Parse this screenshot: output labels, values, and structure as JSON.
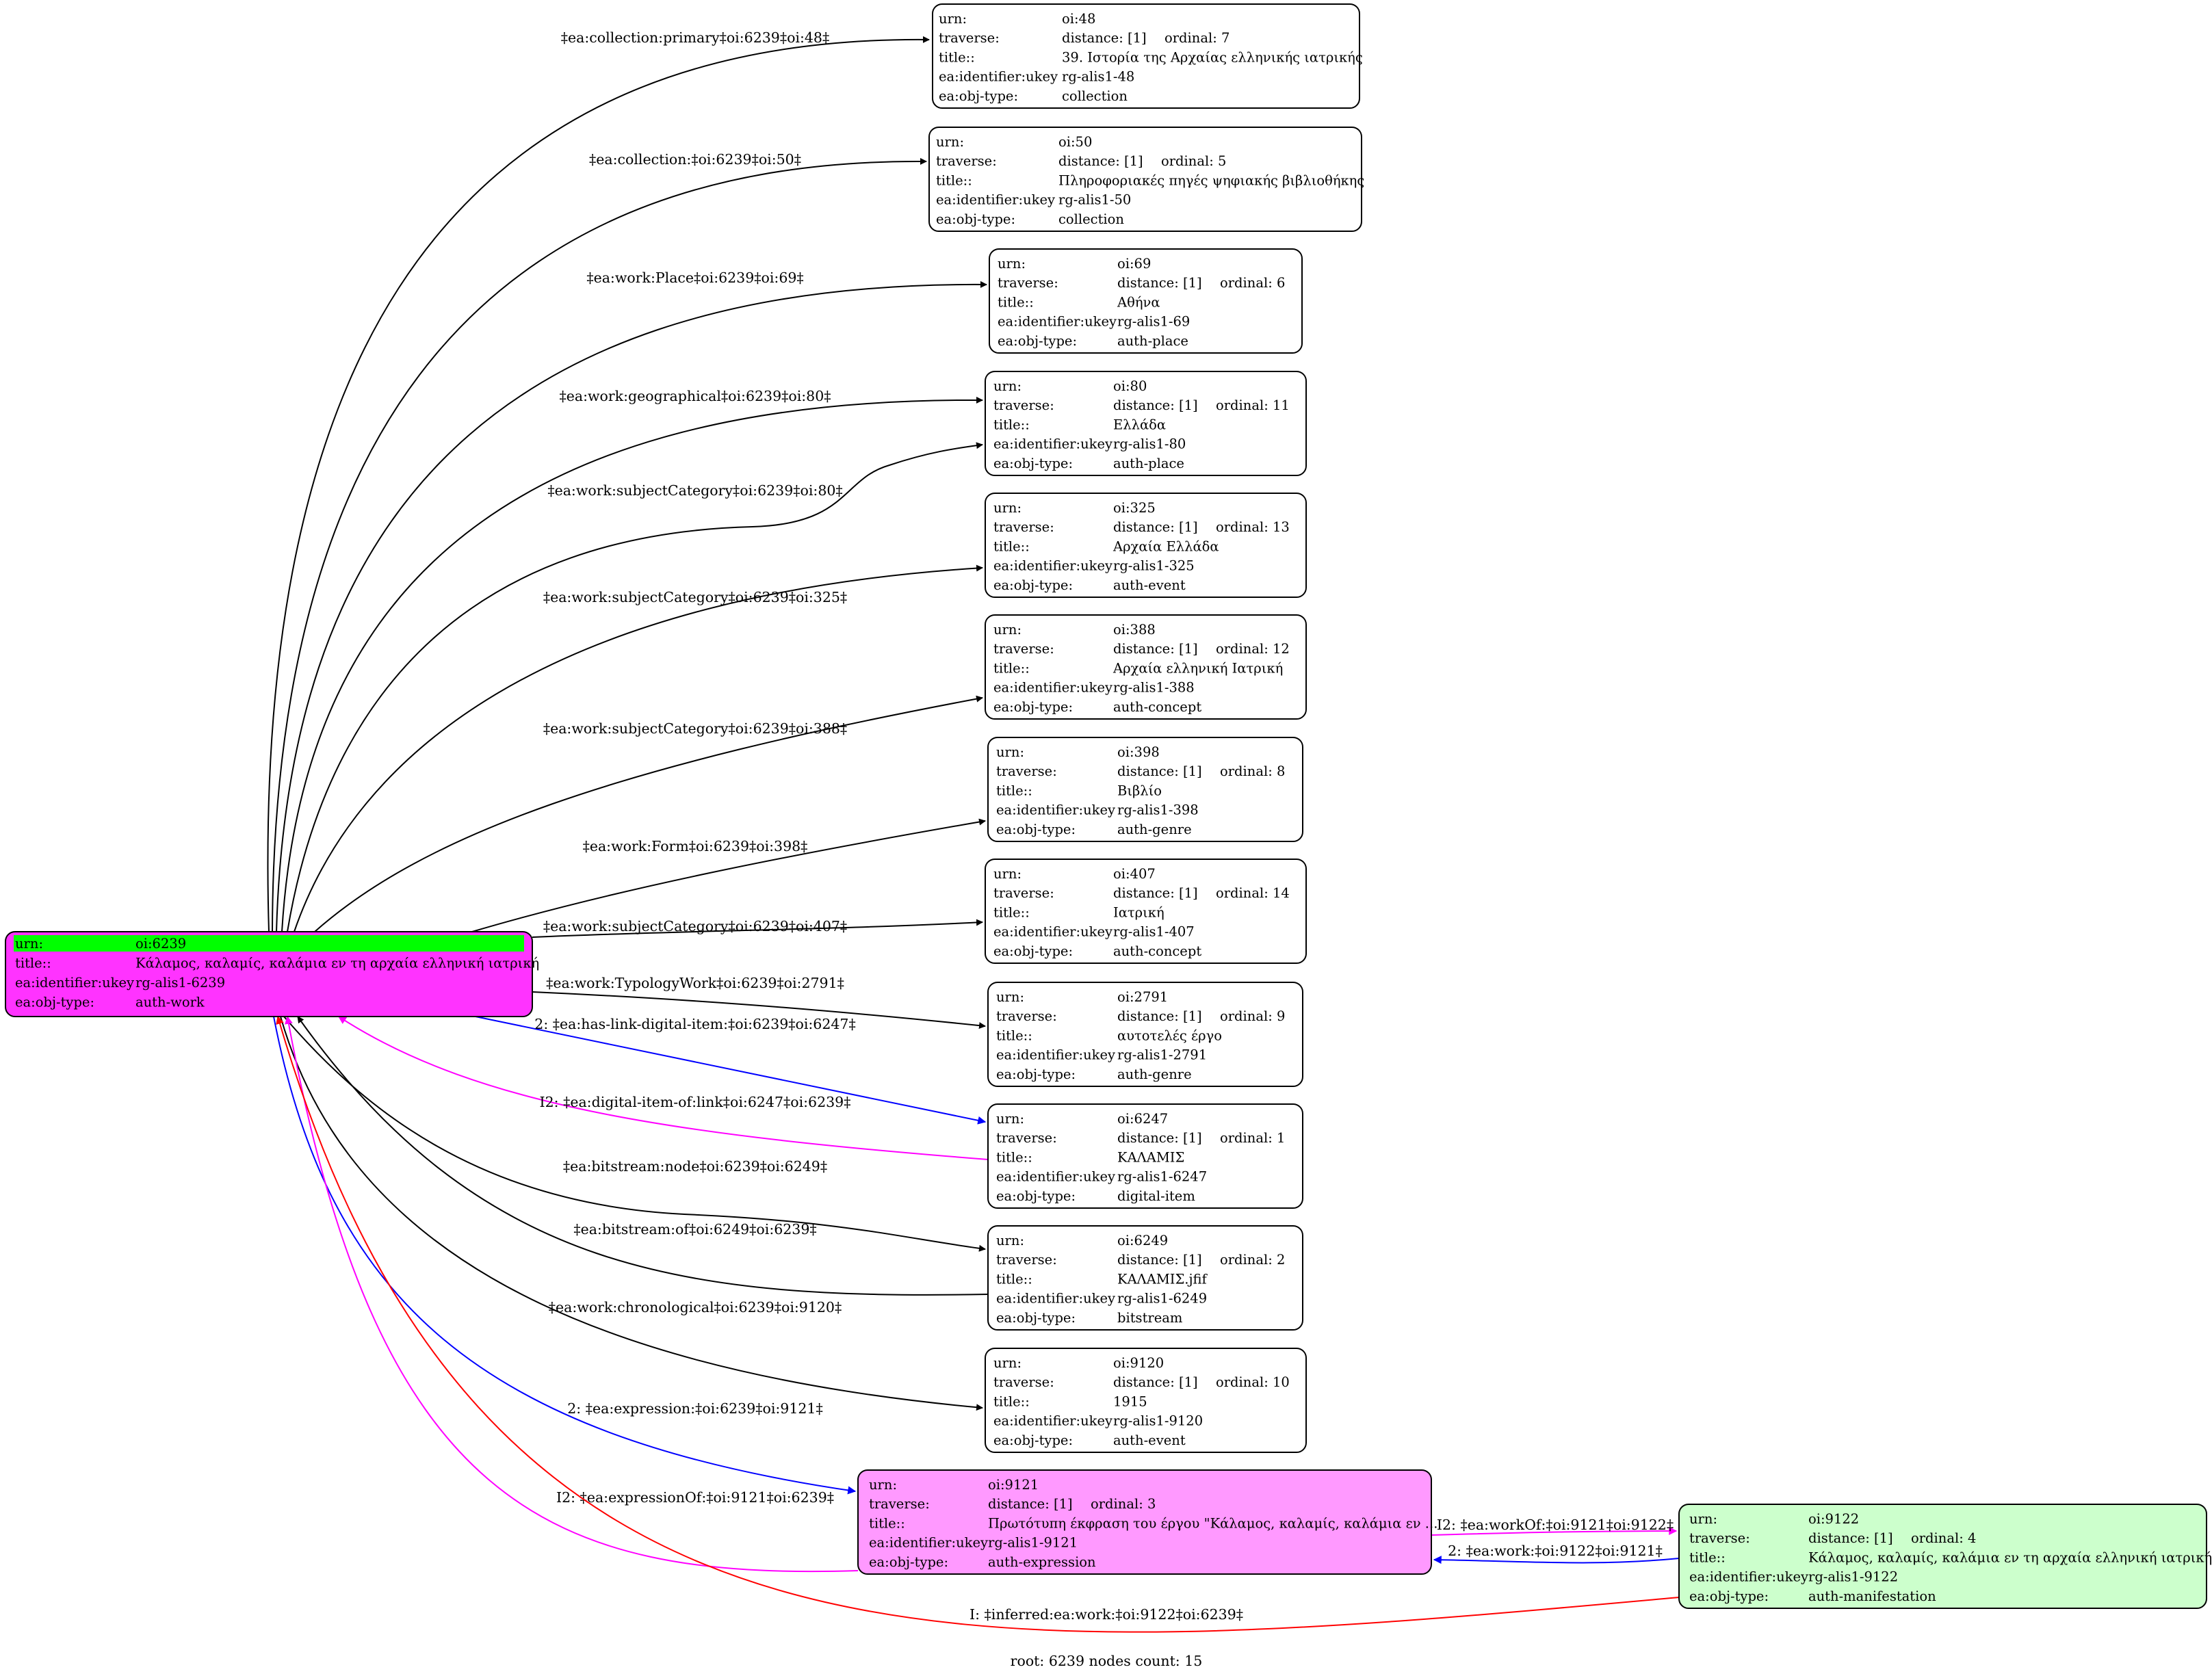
{
  "colors": {
    "root_fill": "#ff33ff",
    "root_header": "#00ff00",
    "expression_fill": "#ff99ff",
    "manifestation_fill": "#ccffcc",
    "default_fill": "#ffffff",
    "edge_black": "#000000",
    "edge_blue": "#0000ff",
    "edge_magenta": "#ff00ff",
    "edge_red": "#ff0000"
  },
  "root": {
    "urn_key": "urn:",
    "urn": "oi:6239",
    "title_key": "title::",
    "title": "Κάλαμος, καλαμίς, καλάμια εν τη αρχαία ελληνική ιατρική",
    "ukey_key": "ea:identifier:ukey",
    "ukey": "rg-alis1-6239",
    "type_key": "ea:obj-type:",
    "type": "auth-work"
  },
  "nodes": [
    {
      "id": "n48",
      "urn": "oi:48",
      "distance": "distance: [1]",
      "ordinal": "ordinal: 7",
      "title": "39. Ιστορία της Αρχαίας ελληνικής ιατρικής",
      "ukey": "rg-alis1-48",
      "type": "collection"
    },
    {
      "id": "n50",
      "urn": "oi:50",
      "distance": "distance: [1]",
      "ordinal": "ordinal: 5",
      "title": "Πληροφοριακές πηγές ψηφιακής βιβλιοθήκης",
      "ukey": "rg-alis1-50",
      "type": "collection"
    },
    {
      "id": "n69",
      "urn": "oi:69",
      "distance": "distance: [1]",
      "ordinal": "ordinal: 6",
      "title": "Αθήνα",
      "ukey": "rg-alis1-69",
      "type": "auth-place"
    },
    {
      "id": "n80",
      "urn": "oi:80",
      "distance": "distance: [1]",
      "ordinal": "ordinal: 11",
      "title": "Ελλάδα",
      "ukey": "rg-alis1-80",
      "type": "auth-place"
    },
    {
      "id": "n325",
      "urn": "oi:325",
      "distance": "distance: [1]",
      "ordinal": "ordinal: 13",
      "title": "Αρχαία Ελλάδα",
      "ukey": "rg-alis1-325",
      "type": "auth-event"
    },
    {
      "id": "n388",
      "urn": "oi:388",
      "distance": "distance: [1]",
      "ordinal": "ordinal: 12",
      "title": "Αρχαία ελληνική Ιατρική",
      "ukey": "rg-alis1-388",
      "type": "auth-concept"
    },
    {
      "id": "n398",
      "urn": "oi:398",
      "distance": "distance: [1]",
      "ordinal": "ordinal: 8",
      "title": "Βιβλίο",
      "ukey": "rg-alis1-398",
      "type": "auth-genre"
    },
    {
      "id": "n407",
      "urn": "oi:407",
      "distance": "distance: [1]",
      "ordinal": "ordinal: 14",
      "title": "Ιατρική",
      "ukey": "rg-alis1-407",
      "type": "auth-concept"
    },
    {
      "id": "n2791",
      "urn": "oi:2791",
      "distance": "distance: [1]",
      "ordinal": "ordinal: 9",
      "title": "αυτοτελές έργο",
      "ukey": "rg-alis1-2791",
      "type": "auth-genre"
    },
    {
      "id": "n6247",
      "urn": "oi:6247",
      "distance": "distance: [1]",
      "ordinal": "ordinal: 1",
      "title": "ΚΑΛΑΜΙΣ",
      "ukey": "rg-alis1-6247",
      "type": "digital-item"
    },
    {
      "id": "n6249",
      "urn": "oi:6249",
      "distance": "distance: [1]",
      "ordinal": "ordinal: 2",
      "title": "ΚΑΛΑΜΙΣ.jfif",
      "ukey": "rg-alis1-6249",
      "type": "bitstream"
    },
    {
      "id": "n9120",
      "urn": "oi:9120",
      "distance": "distance: [1]",
      "ordinal": "ordinal: 10",
      "title": "1915",
      "ukey": "rg-alis1-9120",
      "type": "auth-event"
    },
    {
      "id": "n9121",
      "urn": "oi:9121",
      "distance": "distance: [1]",
      "ordinal": "ordinal: 3",
      "title": "Πρωτότυπη έκφραση του έργου \"Κάλαμος, καλαμίς, καλάμια εν ...",
      "ukey": "rg-alis1-9121",
      "type": "auth-expression"
    },
    {
      "id": "n9122",
      "urn": "oi:9122",
      "distance": "distance: [1]",
      "ordinal": "ordinal: 4",
      "title": "Κάλαμος, καλαμίς, καλάμια εν τη αρχαία ελληνική ιατρική",
      "ukey": "rg-alis1-9122",
      "type": "auth-manifestation"
    }
  ],
  "field_keys": {
    "urn": "urn:",
    "traverse": "traverse:",
    "title": "title::",
    "ukey": "ea:identifier:ukey",
    "type": "ea:obj-type:"
  },
  "edges": [
    {
      "id": "e48",
      "label": "‡ea:collection:primary‡oi:6239‡oi:48‡",
      "color": "black"
    },
    {
      "id": "e50",
      "label": "‡ea:collection:‡oi:6239‡oi:50‡",
      "color": "black"
    },
    {
      "id": "e69",
      "label": "‡ea:work:Place‡oi:6239‡oi:69‡",
      "color": "black"
    },
    {
      "id": "e80g",
      "label": "‡ea:work:geographical‡oi:6239‡oi:80‡",
      "color": "black"
    },
    {
      "id": "e80s",
      "label": "‡ea:work:subjectCategory‡oi:6239‡oi:80‡",
      "color": "black"
    },
    {
      "id": "e325",
      "label": "‡ea:work:subjectCategory‡oi:6239‡oi:325‡",
      "color": "black"
    },
    {
      "id": "e388",
      "label": "‡ea:work:subjectCategory‡oi:6239‡oi:388‡",
      "color": "black"
    },
    {
      "id": "e398",
      "label": "‡ea:work:Form‡oi:6239‡oi:398‡",
      "color": "black"
    },
    {
      "id": "e407",
      "label": "‡ea:work:subjectCategory‡oi:6239‡oi:407‡",
      "color": "black"
    },
    {
      "id": "e2791",
      "label": "‡ea:work:TypologyWork‡oi:6239‡oi:2791‡",
      "color": "black"
    },
    {
      "id": "e6247",
      "label": "2: ‡ea:has-link-digital-item:‡oi:6239‡oi:6247‡",
      "color": "blue"
    },
    {
      "id": "e6247b",
      "label": "I2: ‡ea:digital-item-of:link‡oi:6247‡oi:6239‡",
      "color": "magenta"
    },
    {
      "id": "e6249",
      "label": "‡ea:bitstream:node‡oi:6239‡oi:6249‡",
      "color": "black"
    },
    {
      "id": "e6249b",
      "label": "‡ea:bitstream:of‡oi:6249‡oi:6239‡",
      "color": "black"
    },
    {
      "id": "e9120",
      "label": "‡ea:work:chronological‡oi:6239‡oi:9120‡",
      "color": "black"
    },
    {
      "id": "e9121",
      "label": "2: ‡ea:expression:‡oi:6239‡oi:9121‡",
      "color": "blue"
    },
    {
      "id": "e9121b",
      "label": "I2: ‡ea:expressionOf:‡oi:9121‡oi:6239‡",
      "color": "magenta"
    },
    {
      "id": "e9122",
      "label": "I2: ‡ea:workOf:‡oi:9121‡oi:9122‡",
      "color": "magenta"
    },
    {
      "id": "e9122b",
      "label": "2: ‡ea:work:‡oi:9122‡oi:9121‡",
      "color": "blue"
    },
    {
      "id": "e9122r",
      "label": "I: ‡inferred:ea:work:‡oi:9122‡oi:6239‡",
      "color": "red"
    }
  ],
  "footer": "root: 6239 nodes count: 15"
}
